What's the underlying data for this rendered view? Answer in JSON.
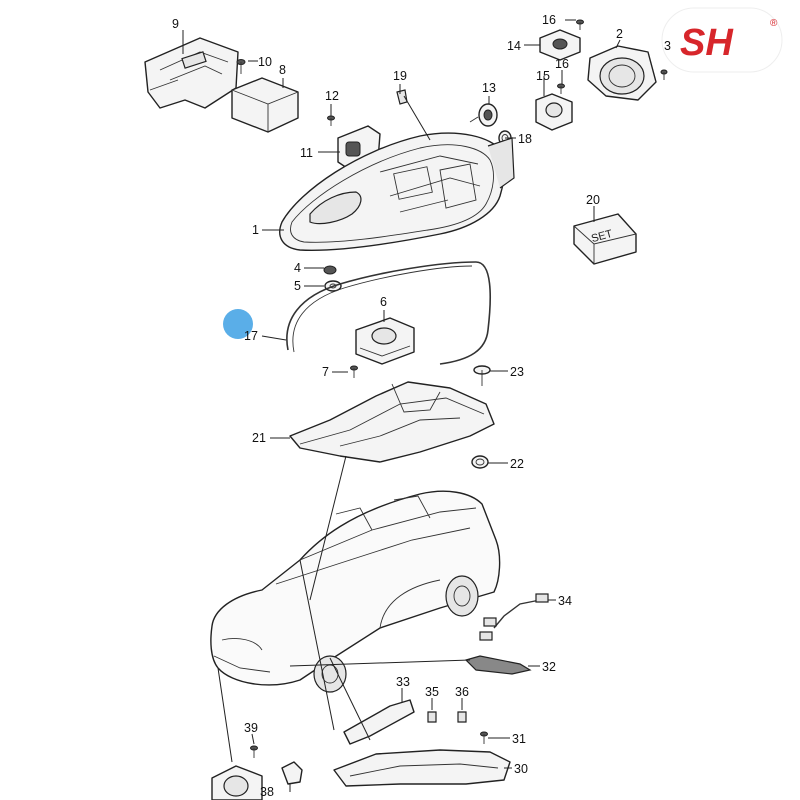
{
  "brand": {
    "logo_text": "SH",
    "reg_mark": "®",
    "logo_color": "#d7262b"
  },
  "set_box_label": "SET",
  "highlight_color": "#5aaee8",
  "parts": [
    {
      "num": "1"
    },
    {
      "num": "2"
    },
    {
      "num": "3"
    },
    {
      "num": "4"
    },
    {
      "num": "5"
    },
    {
      "num": "6"
    },
    {
      "num": "7"
    },
    {
      "num": "8"
    },
    {
      "num": "9"
    },
    {
      "num": "10"
    },
    {
      "num": "11"
    },
    {
      "num": "12"
    },
    {
      "num": "13"
    },
    {
      "num": "14"
    },
    {
      "num": "15"
    },
    {
      "num": "16"
    },
    {
      "num": "16"
    },
    {
      "num": "17"
    },
    {
      "num": "18"
    },
    {
      "num": "19"
    },
    {
      "num": "20"
    },
    {
      "num": "21"
    },
    {
      "num": "22"
    },
    {
      "num": "23"
    },
    {
      "num": "30"
    },
    {
      "num": "31"
    },
    {
      "num": "32"
    },
    {
      "num": "33"
    },
    {
      "num": "34"
    },
    {
      "num": "35"
    },
    {
      "num": "36"
    },
    {
      "num": "38"
    },
    {
      "num": "39"
    }
  ]
}
